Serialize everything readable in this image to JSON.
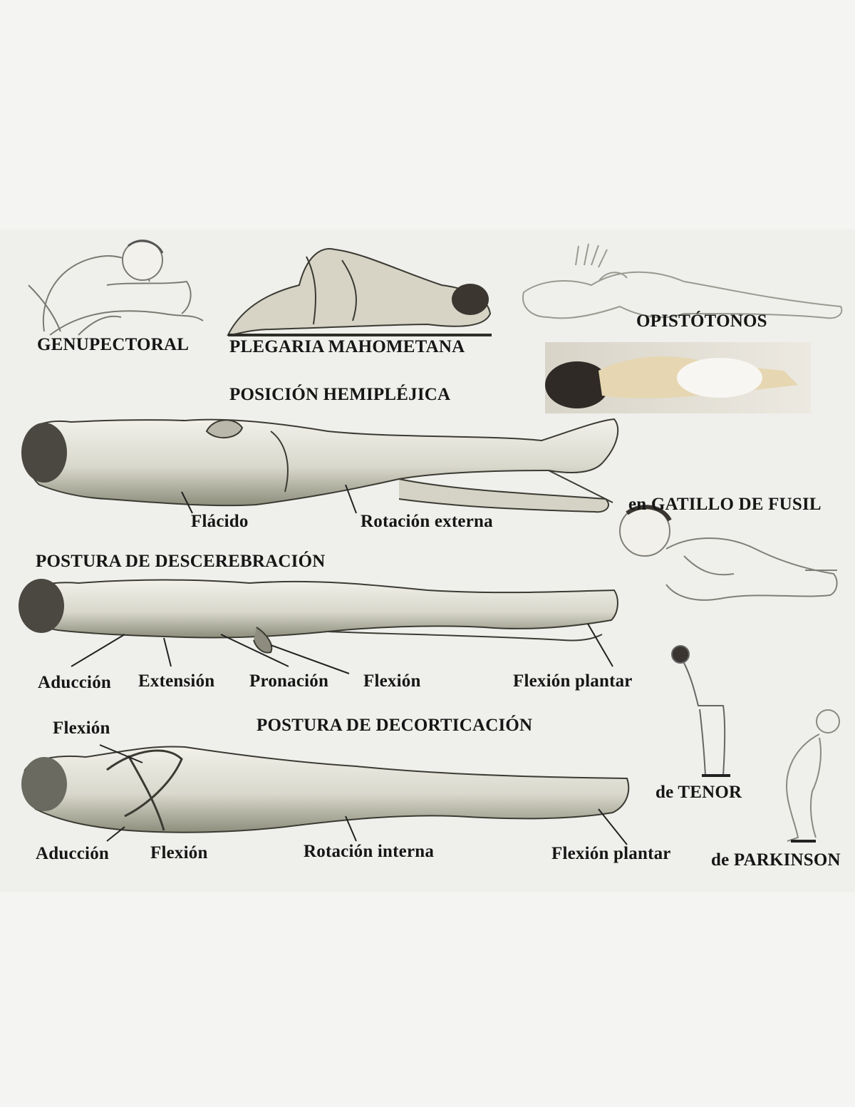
{
  "labels": {
    "genupectoral": "GENUPECTORAL",
    "plegaria": "PLEGARIA MAHOMETANA",
    "opistotonos": "OPISTÓTONOS",
    "hemiplejica": "POSICIÓN HEMIPLÉJICA",
    "flacido": "Flácido",
    "rotacion_externa": "Rotación externa",
    "gatillo": "en GATILLO DE FUSIL",
    "descerebracion": "POSTURA DE DESCEREBRACIÓN",
    "desc_aduccion": "Aducción",
    "desc_extension": "Extensión",
    "desc_pronacion": "Pronación",
    "desc_flexion": "Flexión",
    "desc_flexion_plantar": "Flexión plantar",
    "decorticacion": "POSTURA DE DECORTICACIÓN",
    "deco_flexion_top": "Flexión",
    "deco_aduccion": "Aducción",
    "deco_flexion": "Flexión",
    "deco_rotacion_interna": "Rotación interna",
    "deco_flexion_plantar": "Flexión plantar",
    "tenor": "de TENOR",
    "parkinson": "de PARKINSON"
  },
  "colors": {
    "paper": "#f4f4f2",
    "ink": "#161616",
    "shade": "#6e7060",
    "skin": "#e9e0c8",
    "hair": "#3a3530"
  }
}
